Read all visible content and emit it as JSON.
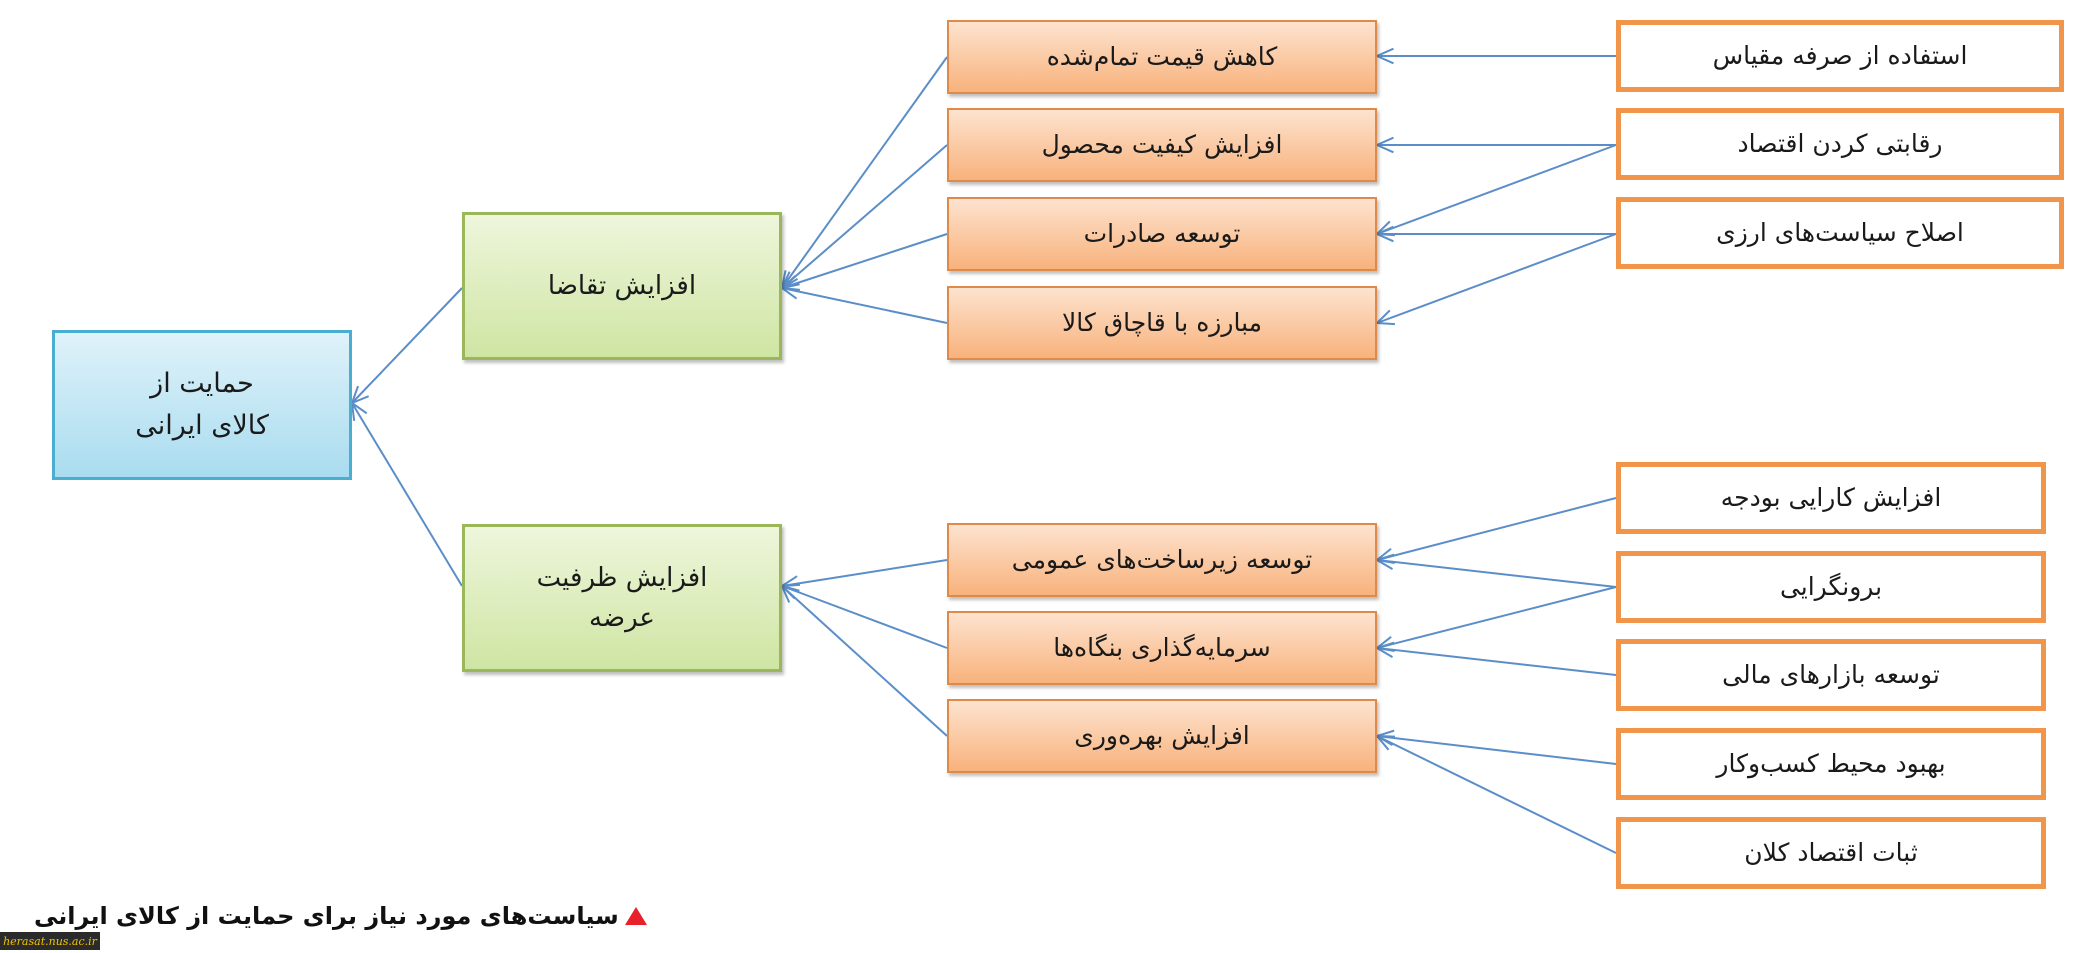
{
  "diagram": {
    "root": {
      "line1": "حمایت از",
      "line2": "کالای ایرانی"
    },
    "branches": [
      {
        "line1": "افزایش تقاضا",
        "line2": ""
      },
      {
        "line1": "افزایش ظرفیت",
        "line2": "عرضه"
      }
    ],
    "drivers_demand": [
      "کاهش قیمت تمام‌شده",
      "افزایش کیفیت محصول",
      "توسعه صادرات",
      "مبارزه با قاچاق کالا"
    ],
    "drivers_supply": [
      "توسعه زیرساخت‌های عمومی",
      "سرمایه‌گذاری بنگاه‌ها",
      "افزایش بهره‌وری"
    ],
    "policies_demand": [
      "استفاده از صرفه مقیاس",
      "رقابتی کردن اقتصاد",
      "اصلاح سیاست‌های ارزی"
    ],
    "policies_supply": [
      "افزایش کارایی بودجه",
      "برونگرایی",
      "توسعه بازارهای مالی",
      "بهبود محیط کسب‌وکار",
      "ثبات اقتصاد کلان"
    ]
  },
  "caption": "سیاست‌های مورد نیاز برای حمایت از کالای ایرانی",
  "credit": "herasat.nus.ac.ir",
  "colors": {
    "arrow": "#5b8ec8",
    "leaf_border": "#f0954a",
    "caption_marker": "#e8202a"
  }
}
